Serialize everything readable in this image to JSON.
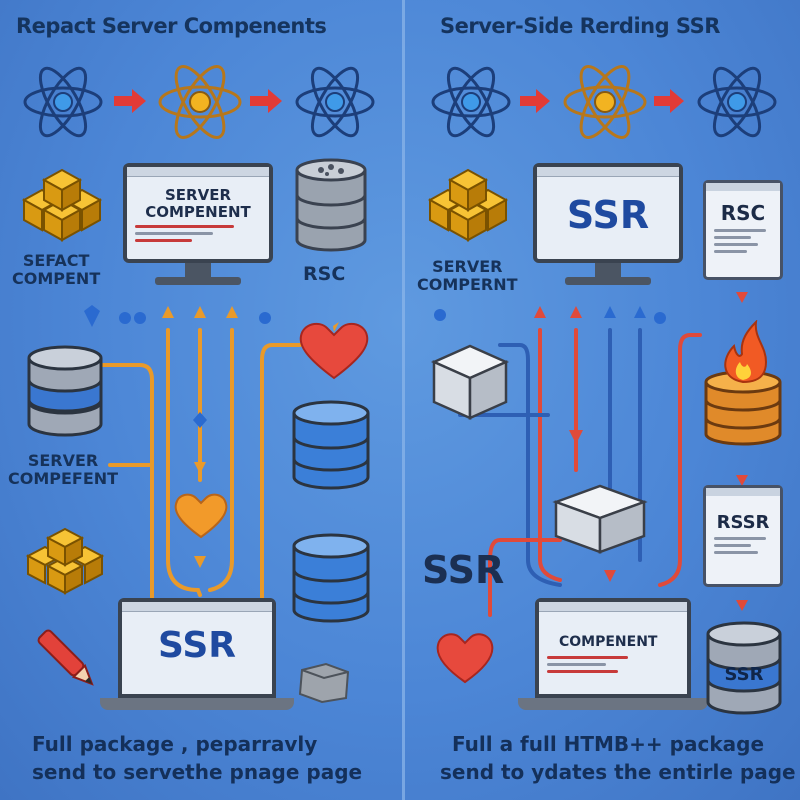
{
  "left": {
    "title": "Repact Server Compenents",
    "label_top": "SEFACT\nCOMPENT",
    "monitor_text": "SERVER\nCOMPENENT",
    "rsc_label": "RSC",
    "label_mid": "SERVER\nCOMPEFENT",
    "laptop_text": "SSR",
    "caption_line1": "Full package , peparravly",
    "caption_line2": "send to servethe pnage page"
  },
  "right": {
    "title": "Server-Side Rerding SSR",
    "monitor_text": "SSR",
    "doc_top": "RSC",
    "label_top": "SERVER\nCOMPERNT",
    "big_ssr": "SSR",
    "doc_bottom": "RSSR",
    "laptop_text": "COMPENENT",
    "db_text": "SSR",
    "caption_line1": "Full a full HTMB++ package",
    "caption_line2": "send to ydates the entirle page"
  },
  "colors": {
    "background": "#4c86d6",
    "arrow_red": "#e23b36",
    "wire_orange": "#e99a2a",
    "wire_red": "#e04a3a",
    "wire_blue": "#2e5fb4",
    "ink": "#15345e"
  },
  "icons": [
    "react-atom-icon",
    "arrow-right-icon",
    "cube-stack-icon",
    "database-icon",
    "heart-icon",
    "flame-icon",
    "box-icon",
    "pen-icon",
    "monitor-icon",
    "laptop-icon",
    "document-icon"
  ]
}
